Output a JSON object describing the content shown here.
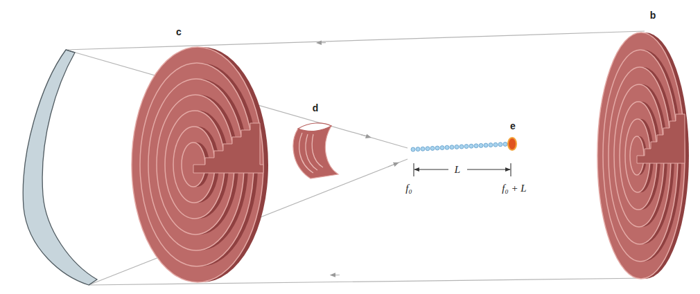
{
  "diagram": {
    "labels": [
      "c",
      "d",
      "e",
      "b",
      "L",
      "f₀",
      "f₀ + L"
    ]
  }
}
